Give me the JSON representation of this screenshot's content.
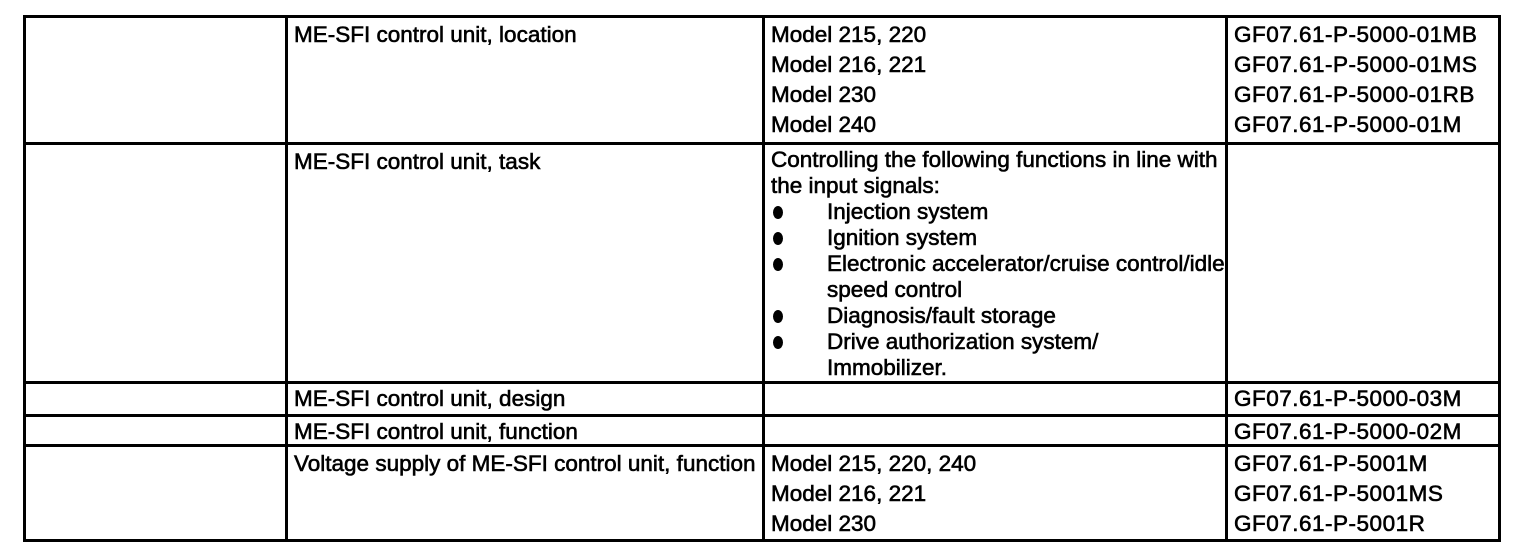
{
  "document": {
    "background": "#ffffff",
    "text_color": "#000000",
    "border_color": "#000000"
  },
  "icons": {
    "bullet": "filled-circle"
  },
  "table": {
    "rows": [
      {
        "description": "ME-SFI control unit, location",
        "models": [
          "Model 215, 220",
          "Model 216, 221",
          "Model 230",
          "Model 240"
        ],
        "codes": [
          "GF07.61-P-5000-01MB",
          "GF07.61-P-5000-01MS",
          "GF07.61-P-5000-01RB",
          "GF07.61-P-5000-01M"
        ]
      },
      {
        "description": "ME-SFI control unit, task",
        "intro_lines": [
          "Controlling the following functions in line with",
          "the input signals:"
        ],
        "bullets": [
          {
            "lines": [
              "Injection system"
            ]
          },
          {
            "lines": [
              "Ignition system"
            ]
          },
          {
            "lines": [
              "Electronic accelerator/cruise control/idle",
              "speed control"
            ]
          },
          {
            "lines": [
              "Diagnosis/fault storage"
            ]
          },
          {
            "lines": [
              "Drive authorization system/",
              "Immobilizer."
            ]
          }
        ],
        "codes": []
      },
      {
        "description": "ME-SFI control unit, design",
        "codes": [
          "GF07.61-P-5000-03M"
        ]
      },
      {
        "description": "ME-SFI control unit, function",
        "codes": [
          "GF07.61-P-5000-02M"
        ]
      },
      {
        "description": "Voltage supply of ME-SFI control unit, function",
        "models": [
          "Model 215, 220, 240",
          "Model 216, 221",
          "Model 230"
        ],
        "codes": [
          "GF07.61-P-5001M",
          "GF07.61-P-5001MS",
          "GF07.61-P-5001R"
        ]
      }
    ]
  }
}
